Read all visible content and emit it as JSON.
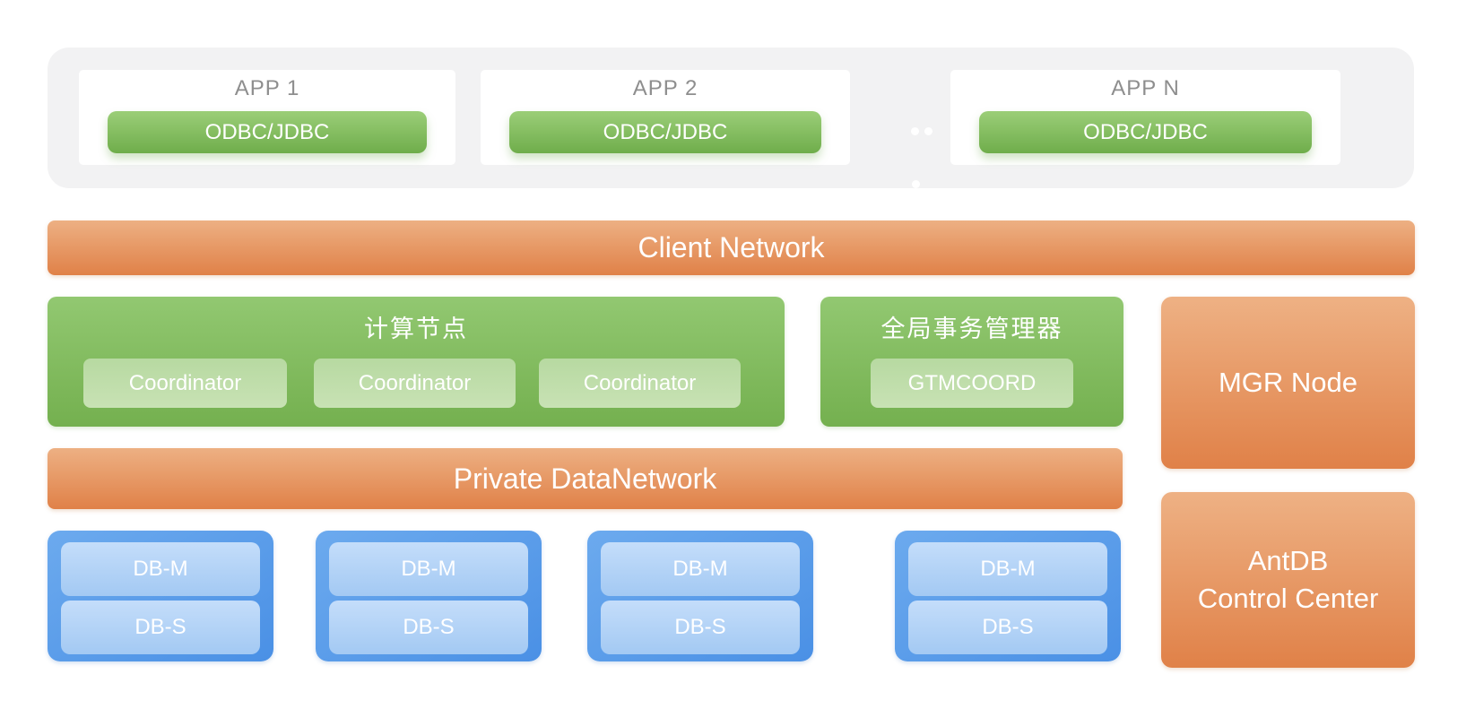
{
  "app_layer": {
    "cards": [
      {
        "title": "APP 1",
        "driver": "ODBC/JDBC"
      },
      {
        "title": "APP 2",
        "driver": "ODBC/JDBC"
      },
      {
        "title": "APP N",
        "driver": "ODBC/JDBC"
      }
    ]
  },
  "client_network": {
    "label": "Client Network"
  },
  "compute_nodes": {
    "title": "计算节点",
    "coordinators": [
      {
        "label": "Coordinator"
      },
      {
        "label": "Coordinator"
      },
      {
        "label": "Coordinator"
      }
    ]
  },
  "gtm": {
    "title": "全局事务管理器",
    "node": {
      "label": "GTMCOORD"
    }
  },
  "mgr_node": {
    "label": "MGR Node"
  },
  "private_network": {
    "label": "Private DataNetwork"
  },
  "db_clusters": [
    {
      "master": {
        "label": "DB-M"
      },
      "standby": {
        "label": "DB-S"
      }
    },
    {
      "master": {
        "label": "DB-M"
      },
      "standby": {
        "label": "DB-S"
      }
    },
    {
      "master": {
        "label": "DB-M"
      },
      "standby": {
        "label": "DB-S"
      }
    },
    {
      "master": {
        "label": "DB-M"
      },
      "standby": {
        "label": "DB-S"
      }
    }
  ],
  "control_center": {
    "label": "AntDB\nControl Center"
  },
  "colors": {
    "panel_gray": "#f2f2f3",
    "app_label_gray": "#8e8e8e",
    "green_top": "#92c871",
    "green_bottom": "#74b04f",
    "green_button_top": "#9bce78",
    "green_button_bottom": "#6fad4b",
    "green_inner_top": "#b7d9a1",
    "green_inner_bottom": "#c8e2b4",
    "orange_top": "#edb083",
    "orange_bottom": "#e08148",
    "blue_outer_top": "#6caaee",
    "blue_outer_bottom": "#4a90e5",
    "blue_inner_top": "#c4ddfa",
    "blue_inner_bottom": "#a3c9f3",
    "text_white": "#ffffff"
  }
}
